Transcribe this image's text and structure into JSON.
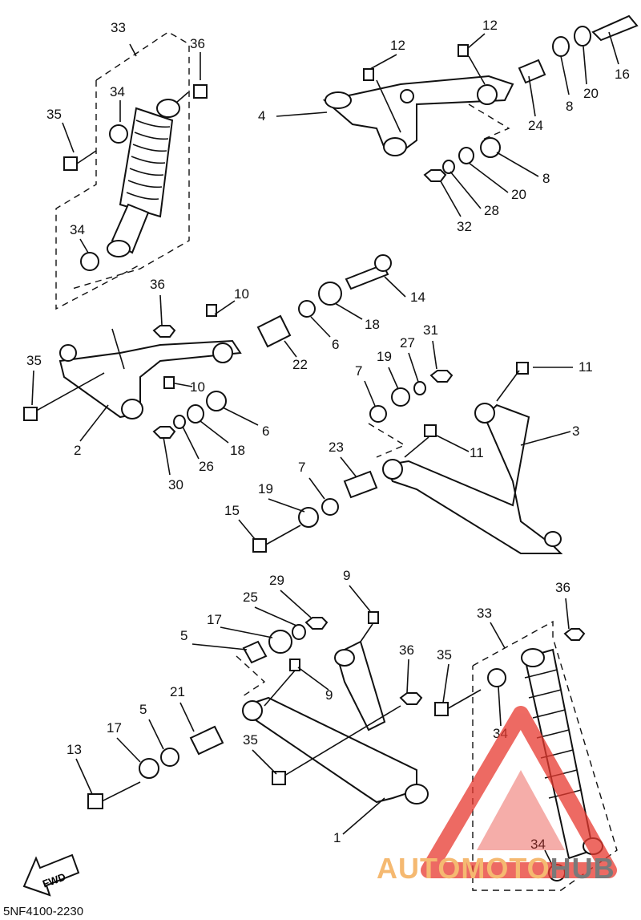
{
  "diagram": {
    "drawing_code": "5NF4100-2230",
    "fwd_label": "FWD",
    "watermark": {
      "text_a": "AUTOMOTO",
      "text_b": "HUB",
      "accent_color": "#e8392f",
      "secondary_color": "#f5b971"
    },
    "callouts": [
      "33",
      "36",
      "34",
      "35",
      "34",
      "12",
      "12",
      "16",
      "4",
      "8",
      "20",
      "24",
      "8",
      "20",
      "28",
      "32",
      "36",
      "10",
      "14",
      "18",
      "6",
      "35",
      "22",
      "2",
      "10",
      "6",
      "18",
      "26",
      "30",
      "31",
      "27",
      "19",
      "7",
      "11",
      "3",
      "11",
      "23",
      "7",
      "19",
      "15",
      "9",
      "29",
      "25",
      "17",
      "5",
      "36",
      "35",
      "33",
      "36",
      "9",
      "21",
      "5",
      "17",
      "34",
      "13",
      "35",
      "1",
      "34"
    ]
  }
}
